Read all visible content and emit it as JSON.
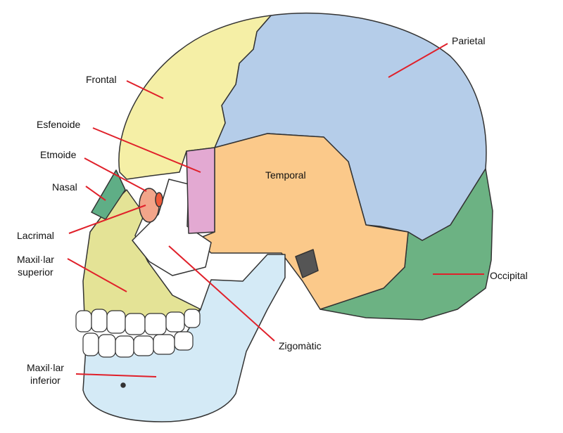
{
  "labels": {
    "frontal": "Frontal",
    "parietal": "Parietal",
    "esfenoide": "Esfenoide",
    "temporal": "Temporal",
    "etmoide": "Etmoide",
    "nasal": "Nasal",
    "lacrimal": "Lacrimal",
    "maxil_sup_1": "Maxil·lar",
    "maxil_sup_2": "superior",
    "occipital": "Occipital",
    "zigomatic": "Zigomàtic",
    "maxil_inf_1": "Maxil·lar",
    "maxil_inf_2": "inferior"
  },
  "colors": {
    "frontal": "#f5efa6",
    "parietal": "#b5cde9",
    "temporal": "#fbc98a",
    "occipital": "#6cb283",
    "mandible": "#d4eaf6",
    "zygomatic": "#ffffff",
    "sphenoid": "#e3a9d2",
    "maxilla": "#e4e396",
    "nasal": "#5fae86",
    "lacrimal": "#f2a58a",
    "ethmoid": "#ee5a3a",
    "leader": "#e0202a"
  }
}
